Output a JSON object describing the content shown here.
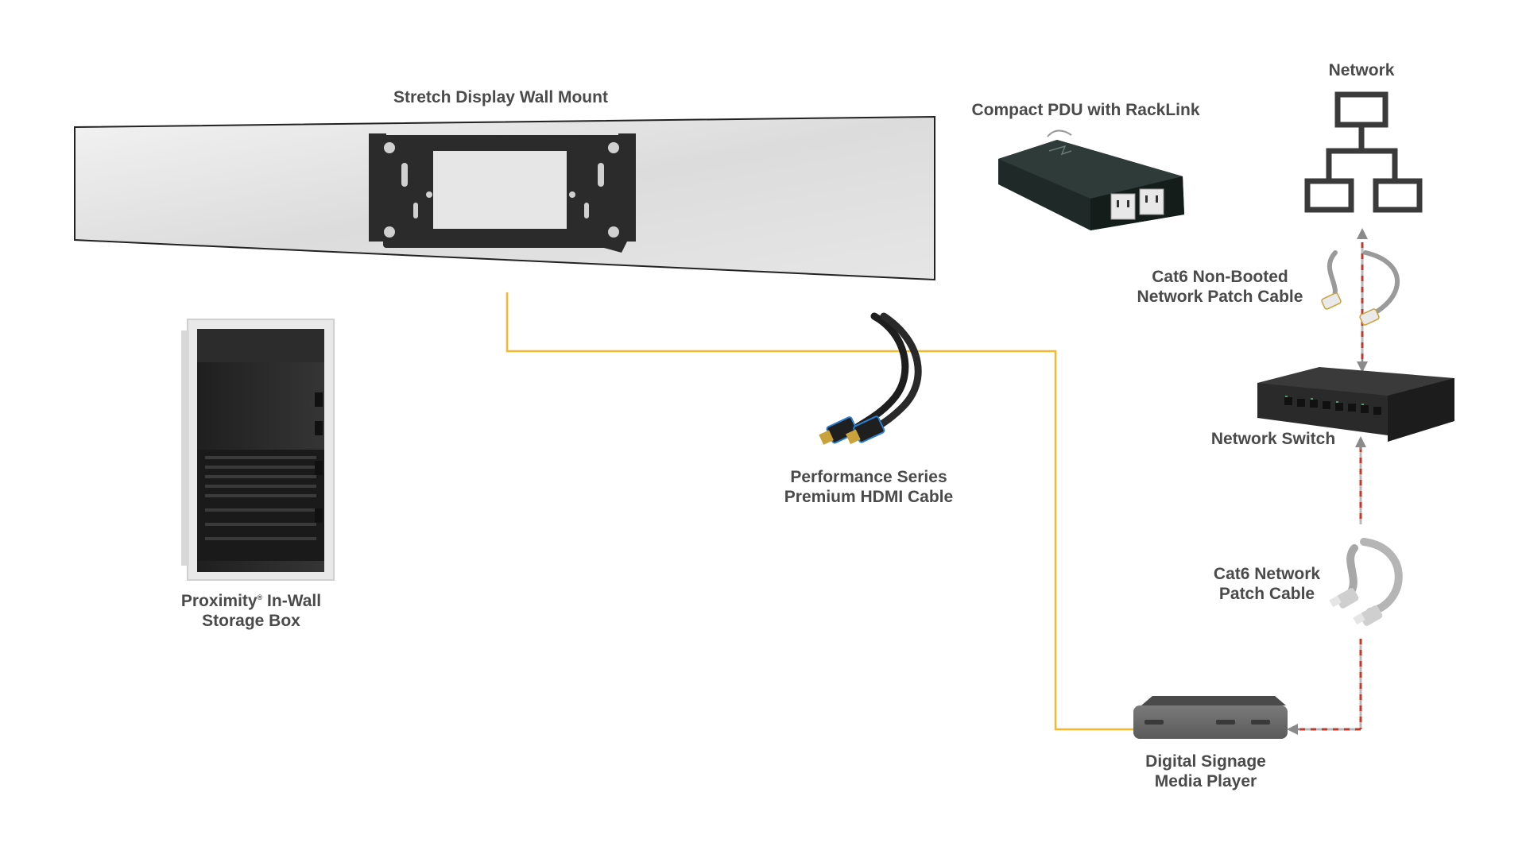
{
  "labels": {
    "wall_mount": "Stretch Display Wall Mount",
    "pdu": "Compact PDU with RackLink",
    "network": "Network",
    "cat6_non_booted_line1": "Cat6 Non-Booted",
    "cat6_non_booted_line2": "Network Patch Cable",
    "network_switch": "Network Switch",
    "storage_box_line1_prefix": "Proximity",
    "storage_box_line1_mark": "®",
    "storage_box_line1_suffix": " In-Wall",
    "storage_box_line2": "Storage Box",
    "hdmi_line1": "Performance Series",
    "hdmi_line2": "Premium HDMI Cable",
    "cat6_patch_line1": "Cat6 Network",
    "cat6_patch_line2": "Patch Cable",
    "media_player_line1": "Digital Signage",
    "media_player_line2": "Media Player"
  },
  "colors": {
    "hdmi_line": "#f5b82e",
    "network_line_dash_a": "#c0392b",
    "network_line_dash_b": "#b8b8b8",
    "arrow": "#8a8a8a",
    "text": "#4a4a4a",
    "device_dark": "#2a2a2a"
  },
  "icons": {
    "wall_mount": "wall-mount-bracket-image",
    "pdu": "pdu-device-image",
    "network": "network-topology-icon",
    "switch": "network-switch-image",
    "storage_box": "in-wall-storage-box-image",
    "hdmi": "hdmi-cable-image",
    "cat6": "cat6-cable-image",
    "media_player": "media-player-device-image"
  }
}
